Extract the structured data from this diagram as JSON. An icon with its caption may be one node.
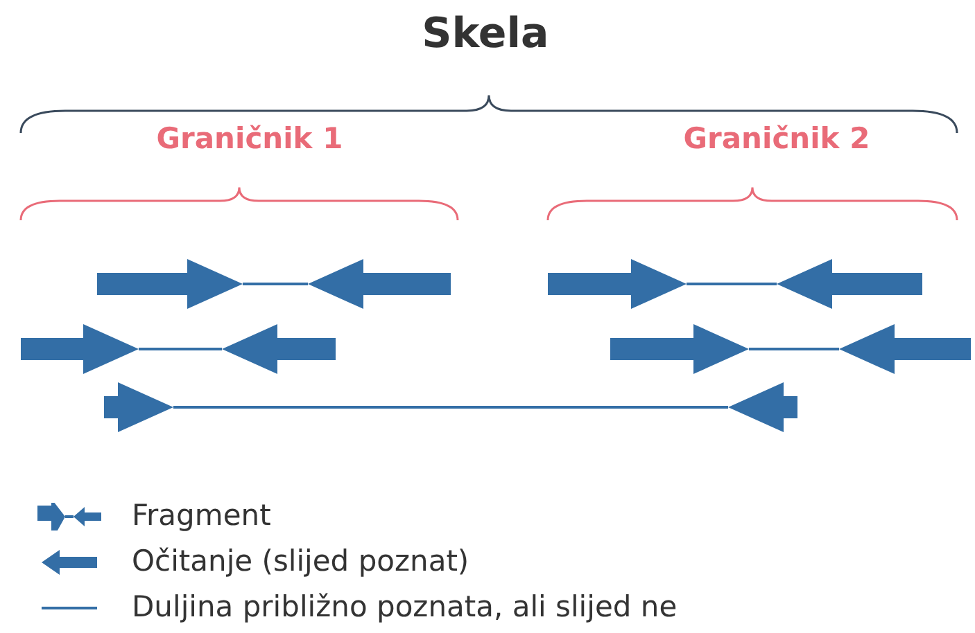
{
  "diagram": {
    "title": "Skela",
    "labels": [
      "Graničnik 1",
      "Graničnik 2"
    ],
    "legend": [
      {
        "text": "Fragment"
      },
      {
        "text": "Očitanje (slijed poznat)"
      },
      {
        "text": "Duljina približno poznata, ali slijed ne"
      }
    ]
  }
}
